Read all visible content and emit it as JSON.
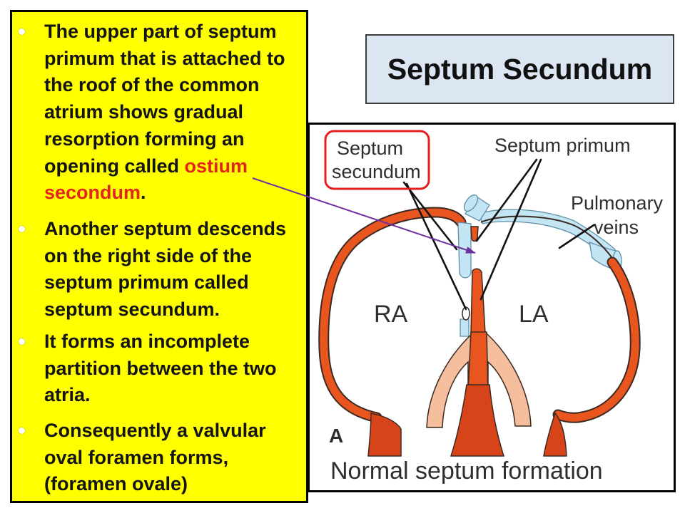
{
  "slide": {
    "title": "Septum Secundum",
    "bullets": [
      {
        "lines": [
          "The upper part of septum",
          "primum that is attached to",
          "the roof of the common",
          "atrium shows gradual",
          "resorption forming an"
        ],
        "line_6": {
          "text": "opening called ",
          "term": "ostium"
        },
        "line_7": {
          "term": "secondum",
          "after": "."
        }
      },
      {
        "lines": [
          "Another septum descends",
          "on the right side of the",
          "septum primum called",
          "septum secundum."
        ]
      },
      {
        "lines": [
          "It forms an incomplete",
          "partition between the two",
          "atria."
        ]
      },
      {
        "lines": [
          "Consequently a valvular",
          "oval foramen forms,",
          "(foramen ovale)"
        ]
      }
    ]
  },
  "diagram": {
    "labels": {
      "septum_secundum": [
        "Septum",
        "secundum"
      ],
      "septum_primum": "Septum primum",
      "pulmonary_veins": [
        "Pulmonary",
        "veins"
      ],
      "right_atrium": "RA",
      "left_atrium": "LA",
      "panel": "A",
      "caption": "Normal septum formation"
    }
  },
  "colors": {
    "text_panel_background": "#FFFF00",
    "text": "#141414",
    "highlight_term": "#E3261B",
    "title_box_background": "#DCE6F2",
    "pointer_arrow": "#7030A0",
    "label_box_border": "#E21F1F",
    "wall": "#E8551F",
    "cushion": "#F5BE9C",
    "light_blue": "#C3E5F4"
  }
}
